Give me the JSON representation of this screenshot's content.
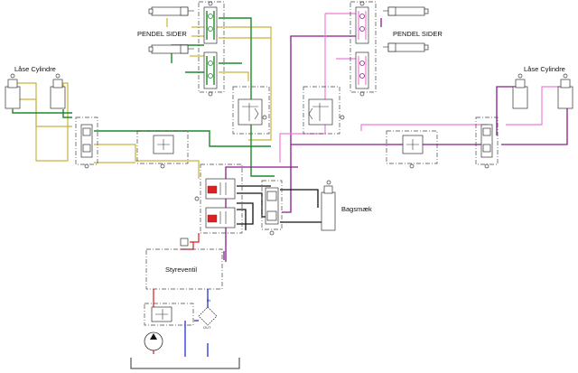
{
  "diagram": {
    "labels": {
      "pendel_left": "PENDEL SIDER",
      "pendel_right": "PENDEL SIDER",
      "lase_left": "Låse Cylindre",
      "lase_right": "Låse Cylindre",
      "bagsmaek": "Bagsmæk",
      "styreventil": "Styreventil",
      "in": "IN",
      "out": "OUT"
    },
    "line_colors": {
      "olive": "#c8b43a",
      "green": "#1c8a2a",
      "purple": "#8a1b8a",
      "pink": "#f07cd8",
      "black": "#111111",
      "red": "#e01818",
      "blue": "#1f32d8"
    }
  }
}
